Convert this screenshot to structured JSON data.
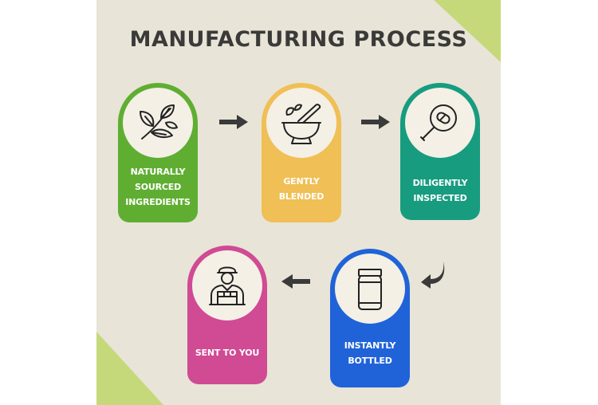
{
  "title": "MANUFACTURING PROCESS",
  "colors": {
    "background": "#e8e4d8",
    "corner_accent": "#c6d97a",
    "step1": "#5fae32",
    "step2": "#f0bf55",
    "step3": "#179c7f",
    "step4": "#2063d8",
    "step5": "#d04a94",
    "arrow": "#3a3a3a"
  },
  "steps": [
    {
      "lines": [
        "NATURALLY",
        "SOURCED",
        "INGREDIENTS"
      ],
      "icon": "leaves-icon"
    },
    {
      "lines": [
        "GENTLY",
        "BLENDED"
      ],
      "icon": "mortar-pestle-icon"
    },
    {
      "lines": [
        "DILIGENTLY",
        "INSPECTED"
      ],
      "icon": "magnifier-capsule-icon"
    },
    {
      "lines": [
        "INSTANTLY",
        "BOTTLED"
      ],
      "icon": "jar-icon"
    },
    {
      "lines": [
        "SENT TO YOU"
      ],
      "icon": "delivery-person-icon"
    }
  ]
}
